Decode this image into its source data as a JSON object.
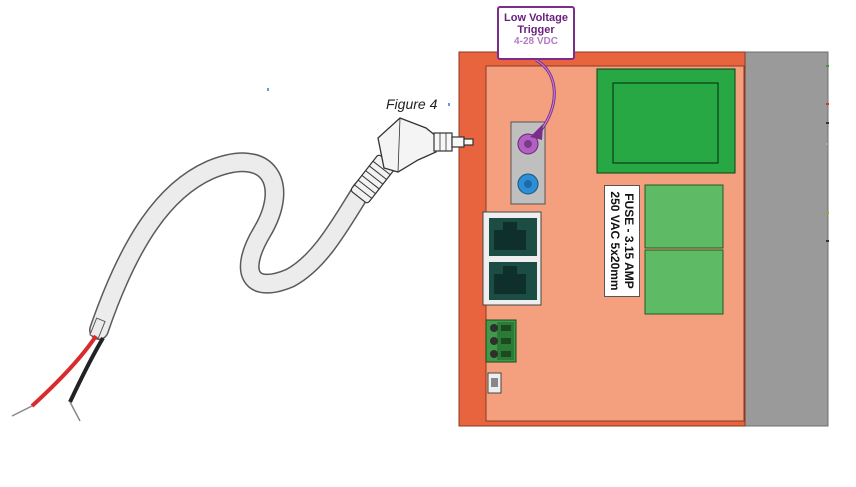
{
  "callout": {
    "line1": "Low Voltage",
    "line2": "Trigger",
    "line3": "4-28 VDC"
  },
  "figure_label": "Figure 4",
  "fuse_label": {
    "line1": "FUSE - 3.15 AMP",
    "line2": "250 VAC 5x20mm"
  },
  "colors": {
    "enclosure": "#e8643e",
    "panel": "#f4a07e",
    "transformer": "#27a844",
    "terminal_green": "#5fba66",
    "side_gray": "#9a9a9a",
    "trigger_purple": "#b45fc4",
    "ir_blue": "#2e8fd6",
    "callout_border": "#7a2d8a"
  }
}
